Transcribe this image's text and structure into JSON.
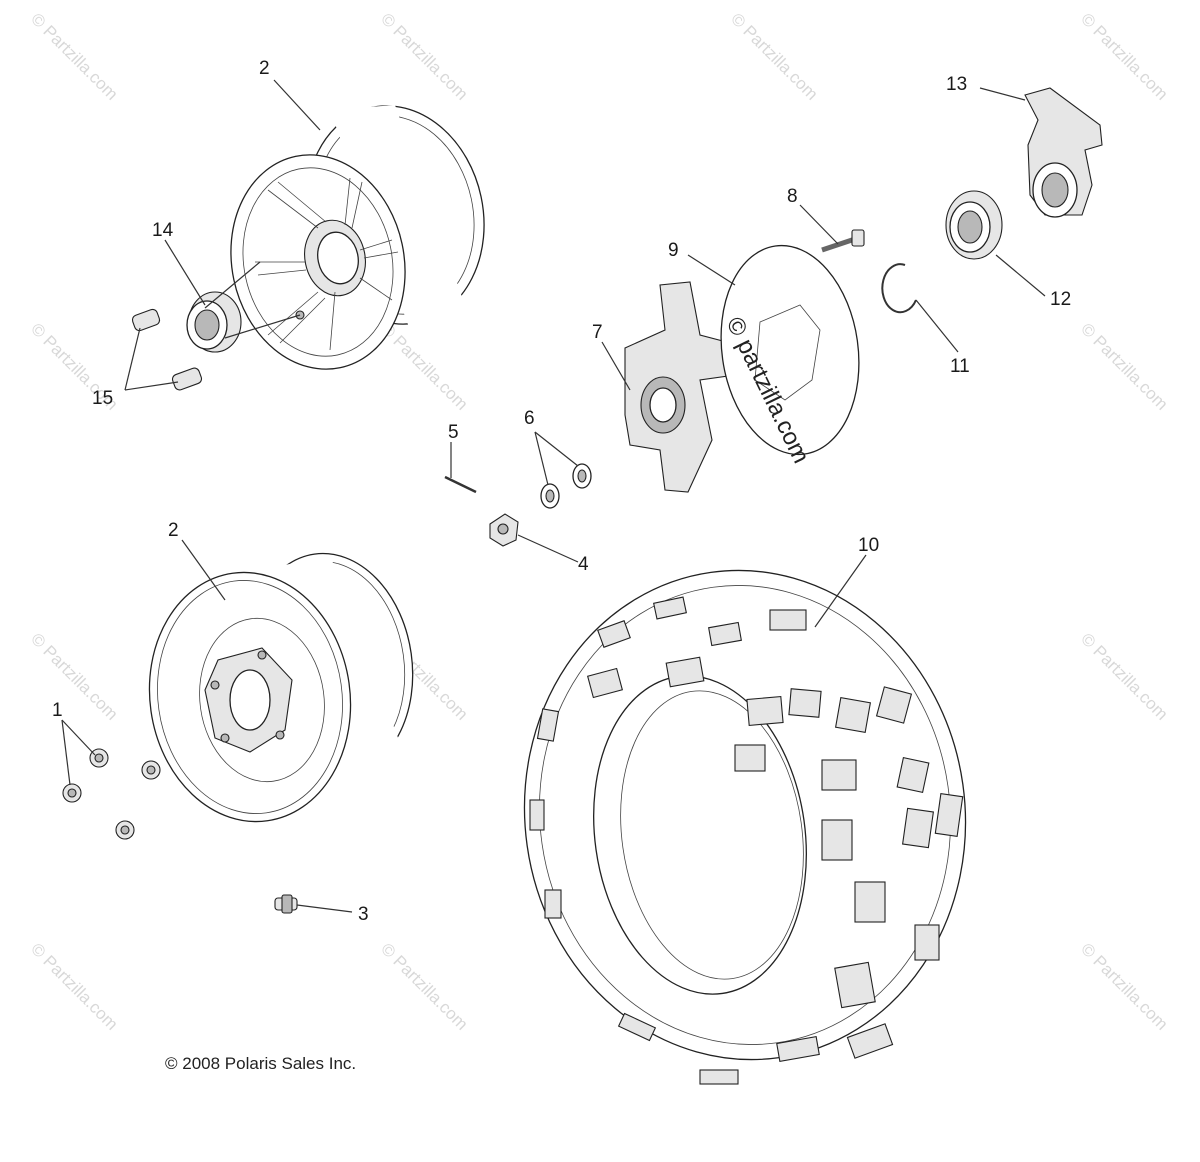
{
  "copyright": "© 2008 Polaris Sales Inc.",
  "watermark": "© Partzilla.com",
  "center_watermark": "© partzilla.com",
  "callouts": {
    "c1": "1",
    "c2a": "2",
    "c2b": "2",
    "c3": "3",
    "c4": "4",
    "c5": "5",
    "c6": "6",
    "c7": "7",
    "c8": "8",
    "c9": "9",
    "c10": "10",
    "c11": "11",
    "c12": "12",
    "c13": "13",
    "c14": "14",
    "c15": "15"
  }
}
